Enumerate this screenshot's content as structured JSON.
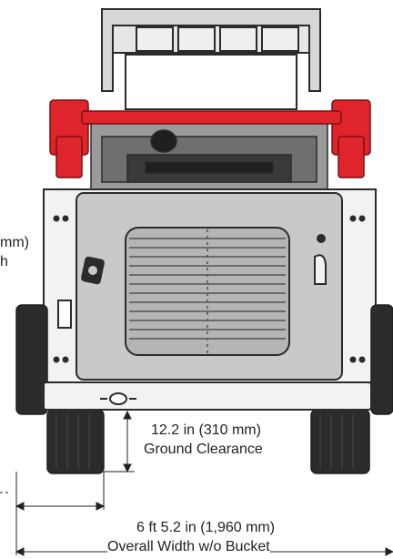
{
  "colors": {
    "body_red": "#e0242b",
    "panel_gray": "#c9c9c9",
    "line_dark": "#2b2b2b",
    "bg": "#ffffff"
  },
  "labels": {
    "left_top_partial": "mm)",
    "left_bottom_partial": "h",
    "clearance_value": "12.2 in (310 mm)",
    "clearance_name": "Ground Clearance",
    "width_value": "6 ft 5.2 in (1,960 mm)",
    "width_name": "Overall Width w/o Bucket"
  },
  "icons": {
    "logo": "paw-logo-icon",
    "left_light": "light-icon",
    "right_handle": "handle-icon"
  }
}
